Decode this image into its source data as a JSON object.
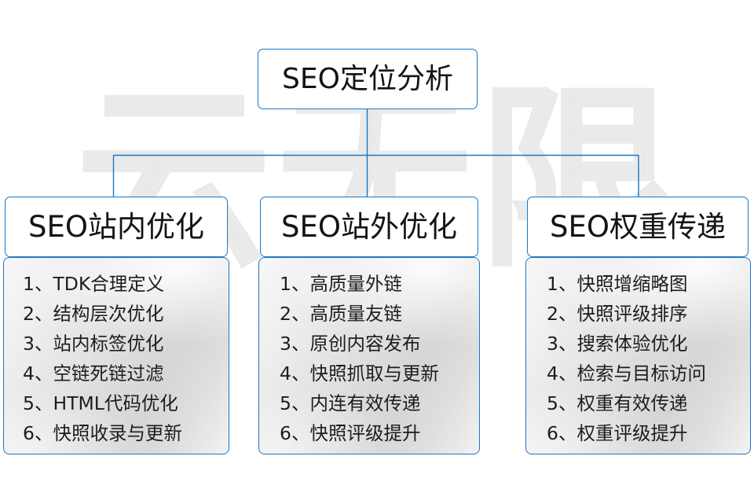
{
  "watermark": {
    "text": "云无限"
  },
  "diagram": {
    "root": {
      "title": "SEO定位分析"
    },
    "columns": [
      {
        "title": "SEO站内优化",
        "items": [
          "1、TDK合理定义",
          "2、结构层次优化",
          "3、站内标签优化",
          "4、空链死链过滤",
          "5、HTML代码优化",
          "6、快照收录与更新"
        ]
      },
      {
        "title": "SEO站外优化",
        "items": [
          "1、高质量外链",
          "2、高质量友链",
          "3、原创内容发布",
          "4、快照抓取与更新",
          "5、内连有效传递",
          "6、快照评级提升"
        ]
      },
      {
        "title": "SEO权重传递",
        "items": [
          "1、快照增缩略图",
          "2、快照评级排序",
          "3、搜索体验优化",
          "4、检索与目标访问",
          "5、权重有效传递",
          "6、权重评级提升"
        ]
      }
    ]
  },
  "colors": {
    "border": "#1878c8",
    "connector": "#1878c8",
    "text": "#141414",
    "item_text": "#1d1d1d",
    "background": "#ffffff",
    "watermark": "#e9e9e9"
  }
}
